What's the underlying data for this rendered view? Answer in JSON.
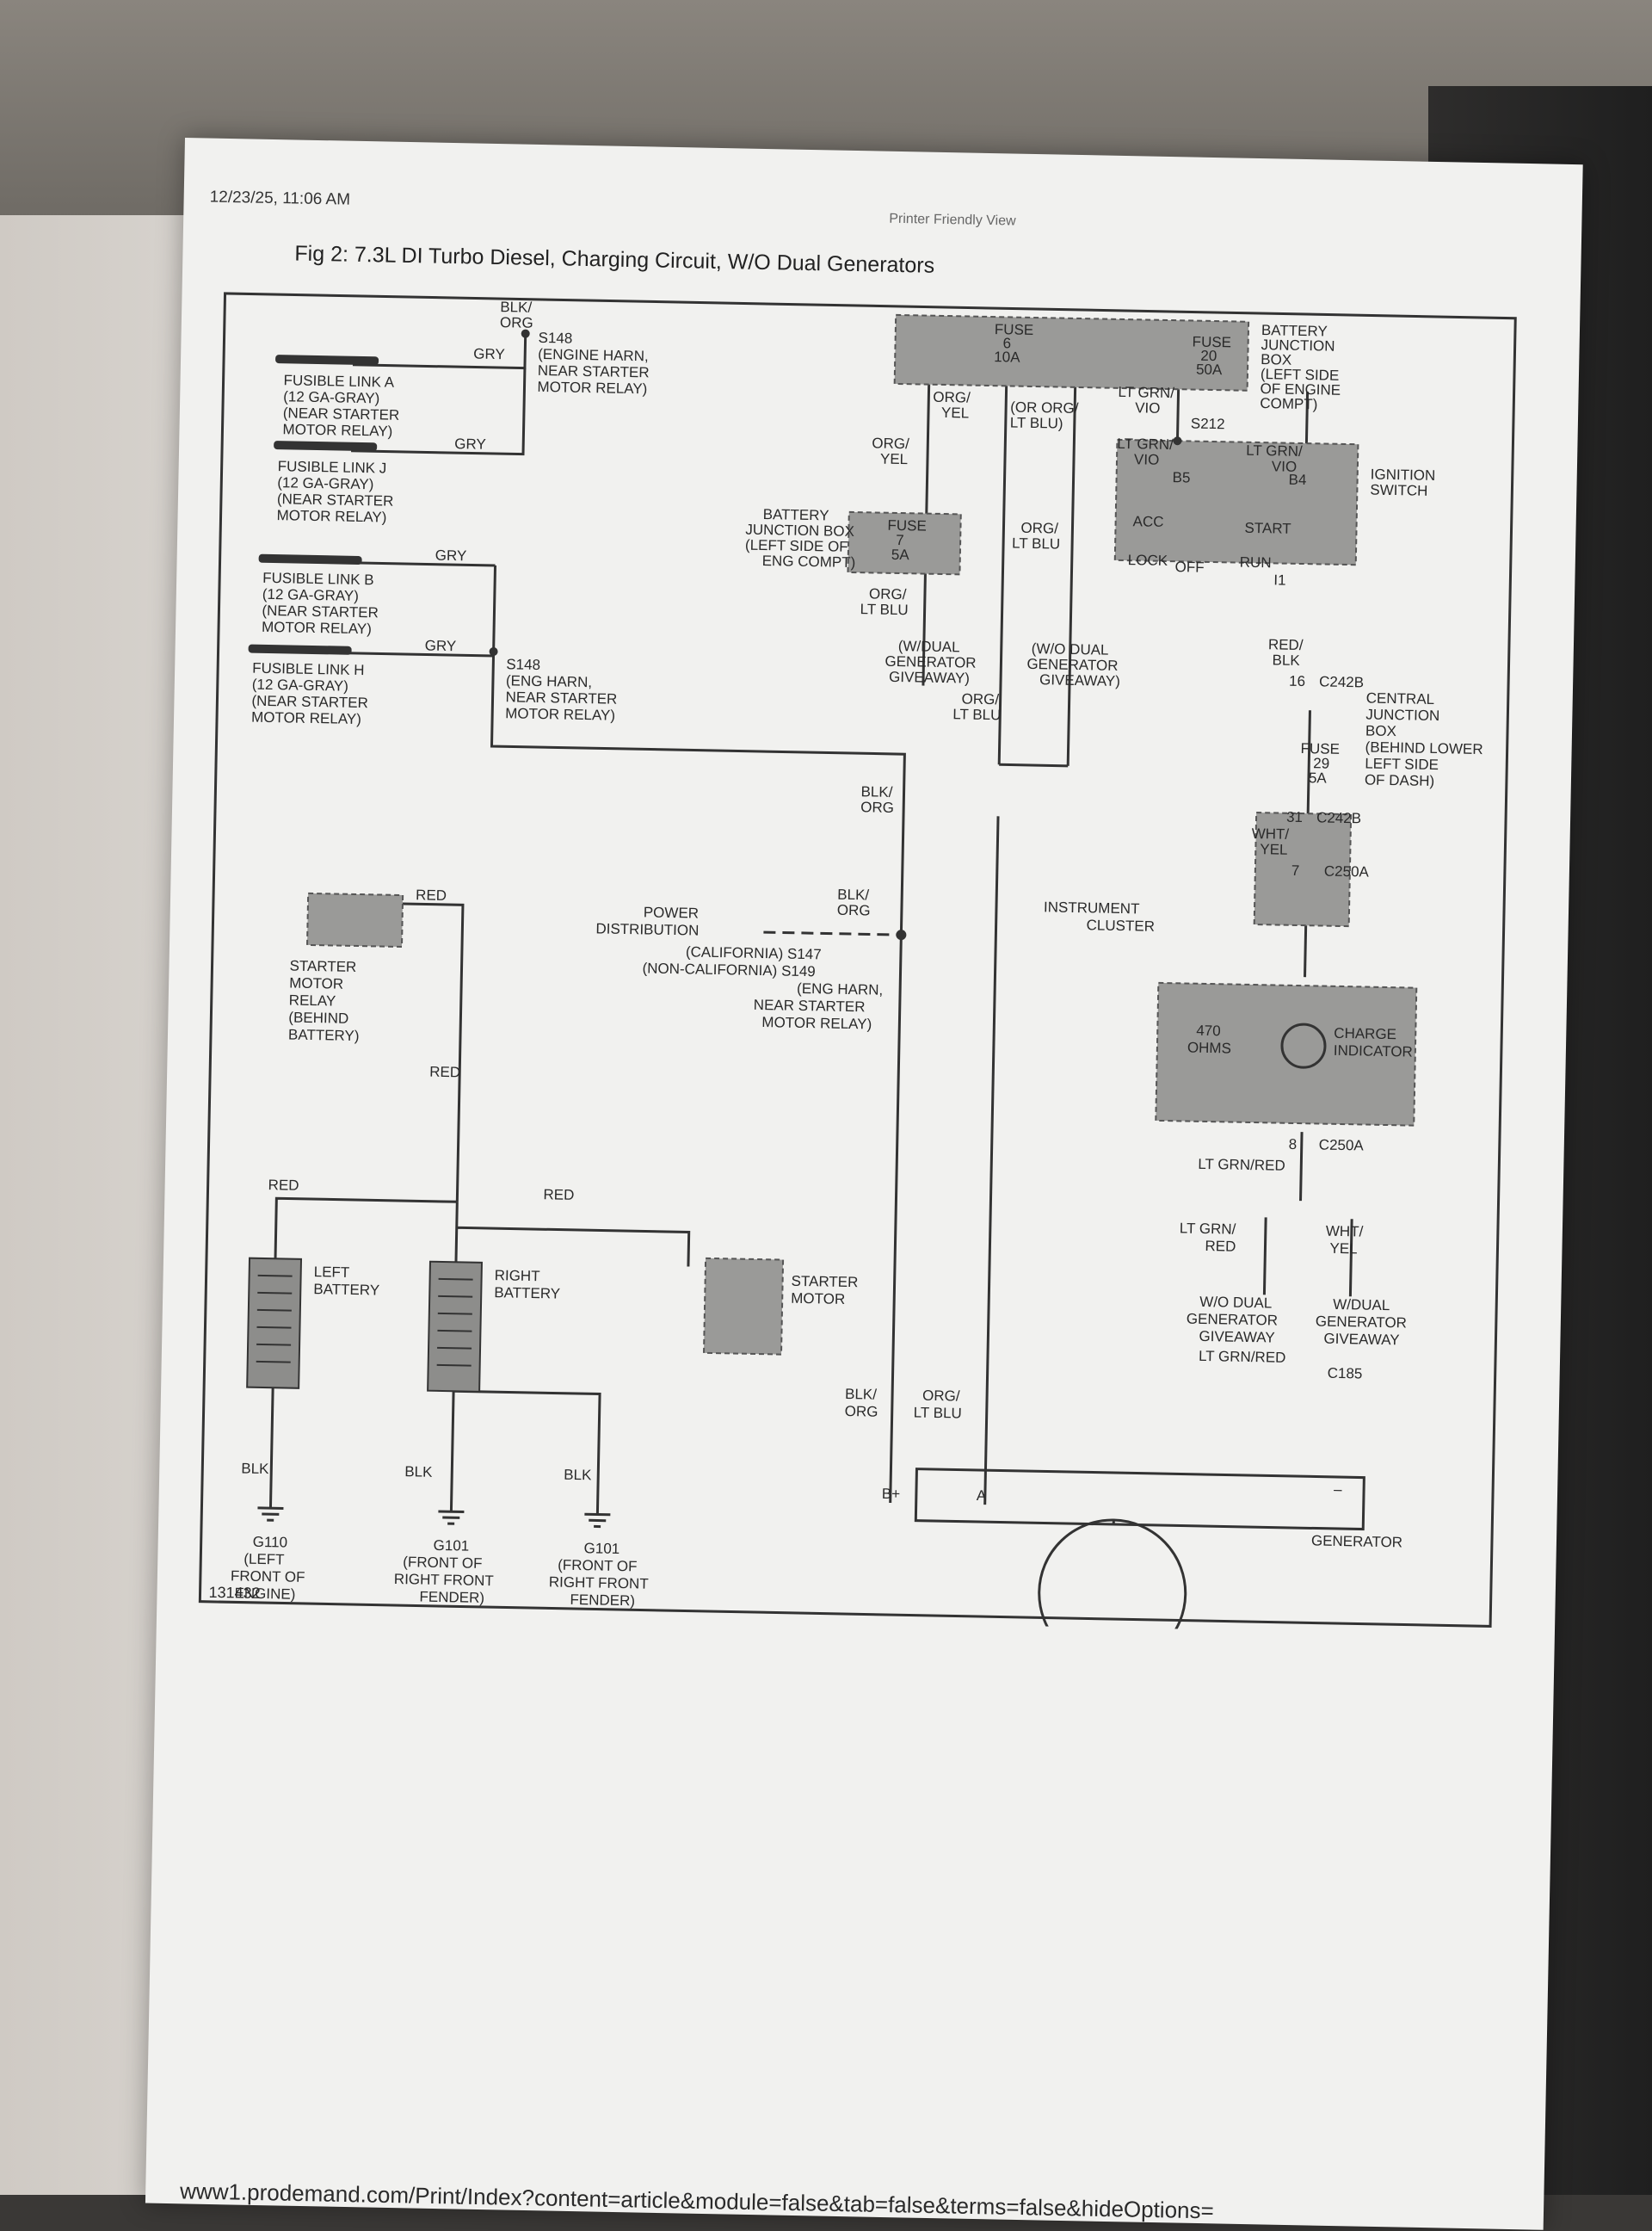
{
  "header": {
    "timestamp": "12/23/25, 11:06 AM",
    "view_label": "Printer Friendly View",
    "figure_title": "Fig 2: 7.3L DI Turbo Diesel, Charging Circuit, W/O Dual Generators",
    "figure_number": "131432",
    "url": "www1.prodemand.com/Print/Index?content=article&module=false&tab=false&terms=false&hideOptions="
  },
  "labels": {
    "blk_org": "BLK/ ORG",
    "blk_org_l1": "BLK/",
    "blk_org_l2": "ORG",
    "gry": "GRY",
    "red": "RED",
    "blk": "BLK",
    "org_yel_l1": "ORG/",
    "org_yel_l2": "YEL",
    "or_org_l1": "(OR ORG/",
    "or_org_l2": "LT BLU)",
    "org_ltblu_l1": "ORG/",
    "org_ltblu_l2": "LT BLU",
    "ltgrn_vio_l1": "LT GRN/",
    "ltgrn_vio_l2": "VIO",
    "red_blk_l1": "RED/",
    "red_blk_l2": "BLK",
    "wht_yel_l1": "WHT/",
    "wht_yel_l2": "YEL",
    "ltgrn_red": "LT GRN/RED",
    "ltgrn_red_l1": "LT GRN/",
    "ltgrn_red_l2": "RED",
    "s212": "S212",
    "b5": "B5",
    "b4": "B4",
    "i1": "I1",
    "acc": "ACC",
    "lock": "LOCK",
    "off": "OFF",
    "start": "START",
    "run": "RUN",
    "pin16": "16",
    "pin31": "31",
    "pin7": "7",
    "pin8": "8",
    "c242b": "C242B",
    "c250a": "C250A",
    "c185": "C185",
    "b_plus": "B+",
    "a_term": "A",
    "minus": "–"
  },
  "fusible_links": {
    "a": [
      "FUSIBLE LINK A",
      "(12 GA-GRAY)",
      "(NEAR STARTER",
      "MOTOR RELAY)"
    ],
    "j": [
      "FUSIBLE LINK J",
      "(12 GA-GRAY)",
      "(NEAR STARTER",
      "MOTOR RELAY)"
    ],
    "b": [
      "FUSIBLE LINK B",
      "(12 GA-GRAY)",
      "(NEAR STARTER",
      "MOTOR RELAY)"
    ],
    "h": [
      "FUSIBLE LINK H",
      "(12 GA-GRAY)",
      "(NEAR STARTER",
      "MOTOR RELAY)"
    ]
  },
  "splices": {
    "s148_top": [
      "S148",
      "(ENGINE HARN,",
      "NEAR STARTER",
      "MOTOR RELAY)"
    ],
    "s148_mid": [
      "S148",
      "(ENG HARN,",
      "NEAR STARTER",
      "MOTOR RELAY)"
    ],
    "s147": [
      "(CALIFORNIA) S147",
      "(NON-CALIFORNIA) S149",
      "(ENG HARN,",
      "NEAR STARTER",
      "MOTOR RELAY)"
    ]
  },
  "components": {
    "fuse_top": [
      "FUSE",
      "6",
      "10A"
    ],
    "fuse_20": [
      "FUSE",
      "20",
      "50A"
    ],
    "fuse_7": [
      "FUSE",
      "7",
      "5A"
    ],
    "fuse_29": [
      "FUSE",
      "29",
      "5A"
    ],
    "battery_jb_right": [
      "BATTERY",
      "JUNCTION",
      "BOX",
      "(LEFT SIDE",
      "OF ENGINE",
      "COMPT)"
    ],
    "battery_jb_left": [
      "BATTERY",
      "JUNCTION BOX",
      "(LEFT SIDE OF",
      "ENG COMPT)"
    ],
    "ignition_switch": [
      "IGNITION",
      "SWITCH"
    ],
    "central_jb": [
      "CENTRAL",
      "JUNCTION",
      "BOX",
      "(BEHIND LOWER",
      "LEFT SIDE",
      "OF DASH)"
    ],
    "instrument_cluster": [
      "INSTRUMENT",
      "CLUSTER"
    ],
    "charge_indicator": [
      "CHARGE",
      "INDICATOR"
    ],
    "resistor": [
      "470",
      "OHMS"
    ],
    "starter_relay": [
      "STARTER",
      "MOTOR",
      "RELAY",
      "(BEHIND",
      "BATTERY)"
    ],
    "power_distribution": [
      "POWER",
      "DISTRIBUTION"
    ],
    "left_battery": [
      "LEFT",
      "BATTERY"
    ],
    "right_battery": [
      "RIGHT",
      "BATTERY"
    ],
    "starter_motor": [
      "STARTER",
      "MOTOR"
    ],
    "generator": "GENERATOR",
    "w_dual_mid": [
      "(W/DUAL",
      "GENERATOR",
      "GIVEAWAY)"
    ],
    "wo_dual_mid": [
      "(W/O DUAL",
      "GENERATOR",
      "GIVEAWAY)"
    ],
    "wo_dual_bot": [
      "W/O DUAL",
      "GENERATOR",
      "GIVEAWAY"
    ],
    "w_dual_bot": [
      "W/DUAL",
      "GENERATOR",
      "GIVEAWAY"
    ]
  },
  "grounds": {
    "g110": [
      "G110",
      "(LEFT",
      "FRONT OF",
      "ENGINE)"
    ],
    "g101a": [
      "G101",
      "(FRONT OF",
      "RIGHT FRONT",
      "FENDER)"
    ],
    "g101b": [
      "G101",
      "(FRONT OF",
      "RIGHT FRONT",
      "FENDER)"
    ]
  }
}
